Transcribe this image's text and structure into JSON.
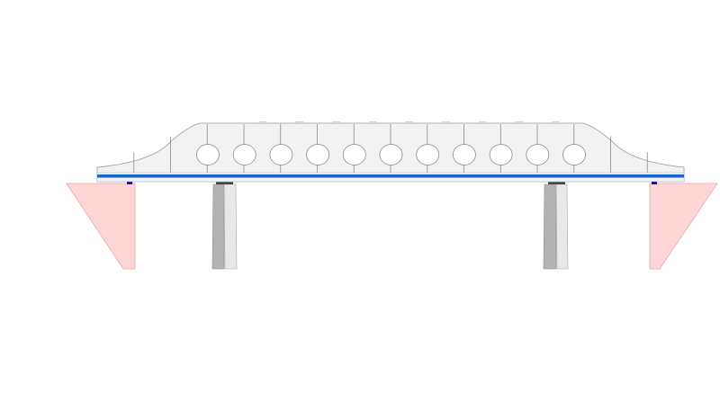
{
  "diagram": {
    "kind": "bridge-elevation",
    "segment_count": 16,
    "opening_count": 11,
    "pier_count": 2,
    "abutment_count": 2
  },
  "colors": {
    "background": "#ffffff",
    "deck_fill": "#f2f2f2",
    "deck_stroke": "#999999",
    "tendon": "#1466d6",
    "abutment_fill": "#ffd6d6",
    "pier_dark": "#b3b3b3",
    "pier_light": "#e8e8e8",
    "bearing_abutment": "#1a1aa6",
    "bearing_pier": "#444444"
  }
}
